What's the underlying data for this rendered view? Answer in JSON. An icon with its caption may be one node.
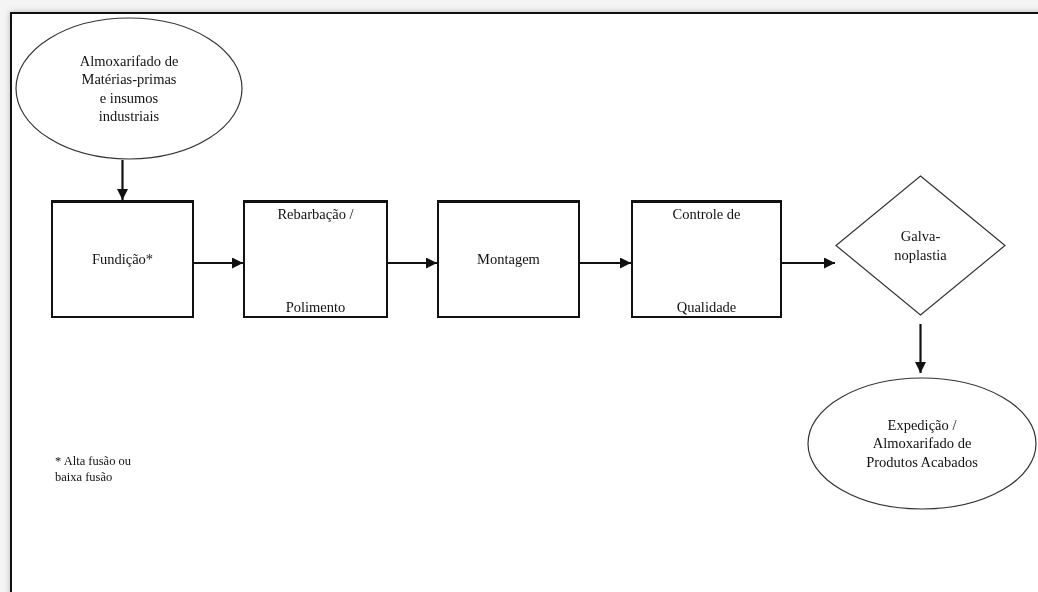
{
  "diagram": {
    "nodes": [
      {
        "text": [
          "Almoxarifado de Matérias-primas e insumos industriais"
        ]
      },
      {
        "text": [
          "Fundição*"
        ]
      },
      {
        "text": [
          "Rebarbação /",
          "Polimento"
        ]
      },
      {
        "text": [
          "Montagem"
        ]
      },
      {
        "text": [
          "Controle de",
          "Qualidade"
        ]
      },
      {
        "text": [
          "Galva- noplastia"
        ]
      },
      {
        "text": [
          "Expedição / Almoxarifado de Produtos Acabados"
        ]
      }
    ],
    "edges": [
      {
        "from": 0,
        "to": 1,
        "arrow": "to"
      },
      {
        "from": 1,
        "to": 2,
        "arrow": "to"
      },
      {
        "from": 2,
        "to": 3,
        "arrow": "to"
      },
      {
        "from": 3,
        "to": 4,
        "arrow": "to"
      },
      {
        "from": 4,
        "to": 5,
        "arrow": "to"
      },
      {
        "from": 5,
        "to": 6,
        "arrow": "to"
      }
    ],
    "labels": [
      "* Alta fusão ou baixa fusão"
    ]
  }
}
